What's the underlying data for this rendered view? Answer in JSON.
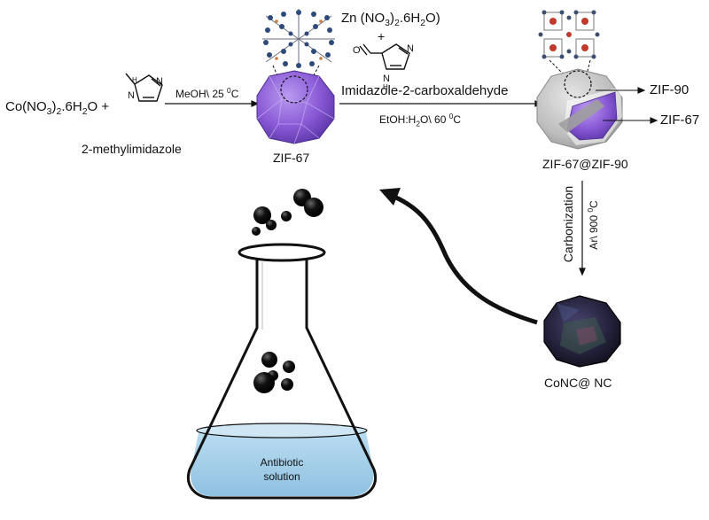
{
  "reactants": {
    "cobalt_salt": {
      "main": "Co(NO",
      "sub1": "3",
      "mid": ")",
      "sub2": "2",
      "tail": ".6H",
      "sub3": "2",
      "end": "O +"
    },
    "linker_label": "2-methylimidazole"
  },
  "step1": {
    "conditions_pre": "MeOH\\ 25 ",
    "conditions_sup": "0",
    "conditions_post": "C",
    "product_label": "ZIF-67"
  },
  "step2": {
    "zinc_salt": {
      "main": "Zn (NO",
      "sub1": "3",
      "mid": ")",
      "sub2": "2",
      "tail": ".6H",
      "sub3": "2",
      "end": "O)"
    },
    "plus": "+",
    "aldehyde_label": "Imidazole-2-carboxaldehyde",
    "solvent_pre": "EtOH:H",
    "solvent_sub": "2",
    "solvent_mid": "O\\ 60 ",
    "solvent_sup": "0",
    "solvent_post": "C"
  },
  "core_shell": {
    "label": "ZIF-67@ZIF-90",
    "shell_label": "ZIF-90",
    "core_label": "ZIF-67"
  },
  "carbonization": {
    "label": "Carbonization",
    "cond_pre": "Ar\\ 900 ",
    "cond_sup": "0",
    "cond_post": "C"
  },
  "final_product": {
    "label": "CoNC@ NC"
  },
  "flask": {
    "line1": "Antibiotic",
    "line2": "solution"
  },
  "colors": {
    "zif67_purple": "#8a5ad6",
    "shell_gray": "#bdbdbd",
    "solution_blue": "#a6cfe8",
    "dark_particle": "#111111"
  }
}
